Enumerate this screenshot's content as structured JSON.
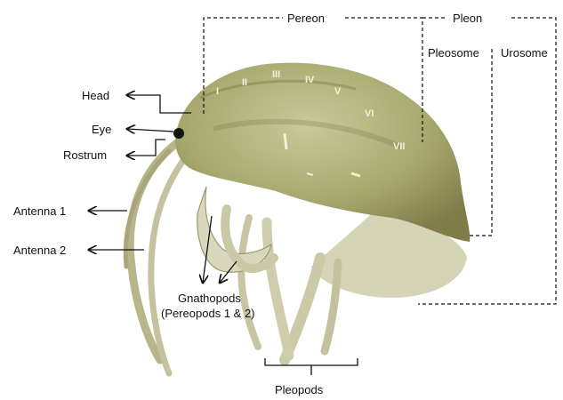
{
  "labels": {
    "pereon": "Pereon",
    "pleon": "Pleon",
    "pleosome": "Pleosome",
    "urosome": "Urosome",
    "head": "Head",
    "eye": "Eye",
    "rostrum": "Rostrum",
    "antenna1": "Antenna 1",
    "antenna2": "Antenna 2",
    "gnathopods": "Gnathopods",
    "pereopods": "(Pereopods 1 & 2)",
    "pleopods": "Pleopods"
  },
  "segments": [
    "I",
    "II",
    "III",
    "IV",
    "V",
    "VI",
    "VII"
  ],
  "colors": {
    "body": "#a7a86e",
    "body_dark": "#6e6b3c",
    "limb": "#d3d2b4",
    "eye": "#151510",
    "line": "#111111"
  }
}
